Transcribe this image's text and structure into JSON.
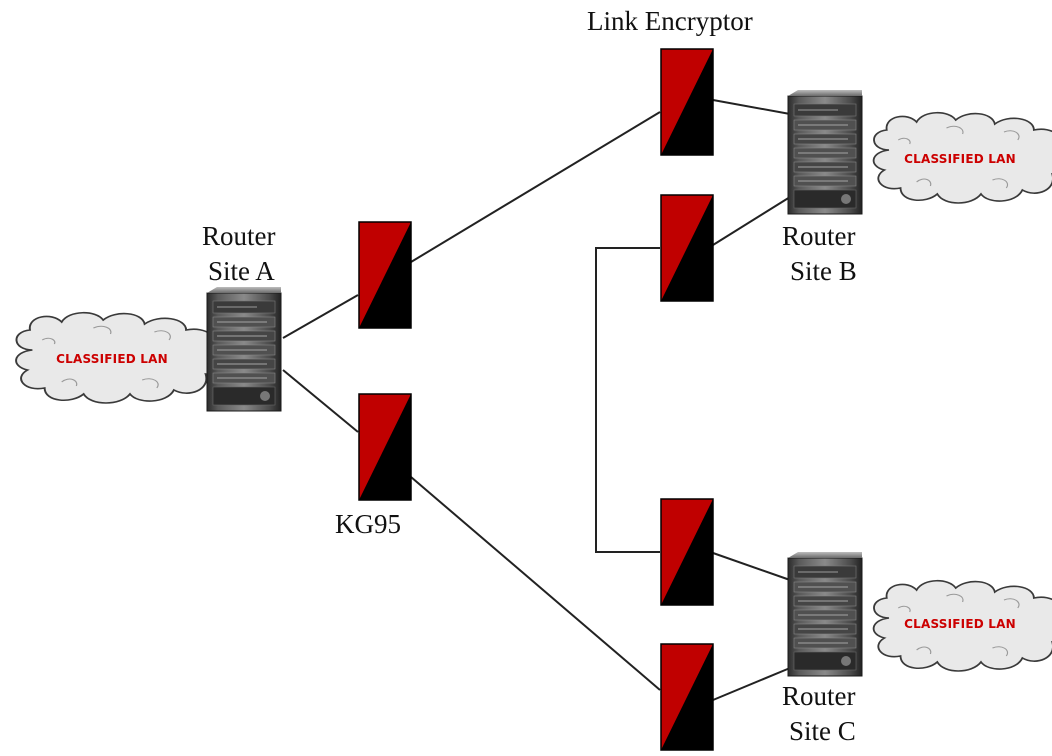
{
  "labels": {
    "link_encryptor": "Link Encryptor",
    "router_a_line1": "Router",
    "router_a_line2": "Site A",
    "router_b_line1": "Router",
    "router_b_line2": "Site B",
    "router_c_line1": "Router",
    "router_c_line2": "Site C",
    "kg95": "KG95"
  },
  "clouds": {
    "site_a": "CLASSIFIED LAN",
    "site_b": "CLASSIFIED LAN",
    "site_c": "CLASSIFIED LAN"
  },
  "colors": {
    "encryptor_red": "#c00000",
    "encryptor_black": "#000000",
    "cloud_text": "#cc0000",
    "link_line": "#222222"
  },
  "icons": {
    "router": "router-chassis-icon",
    "encryptor": "encryptor-icon",
    "cloud": "cloud-icon"
  }
}
